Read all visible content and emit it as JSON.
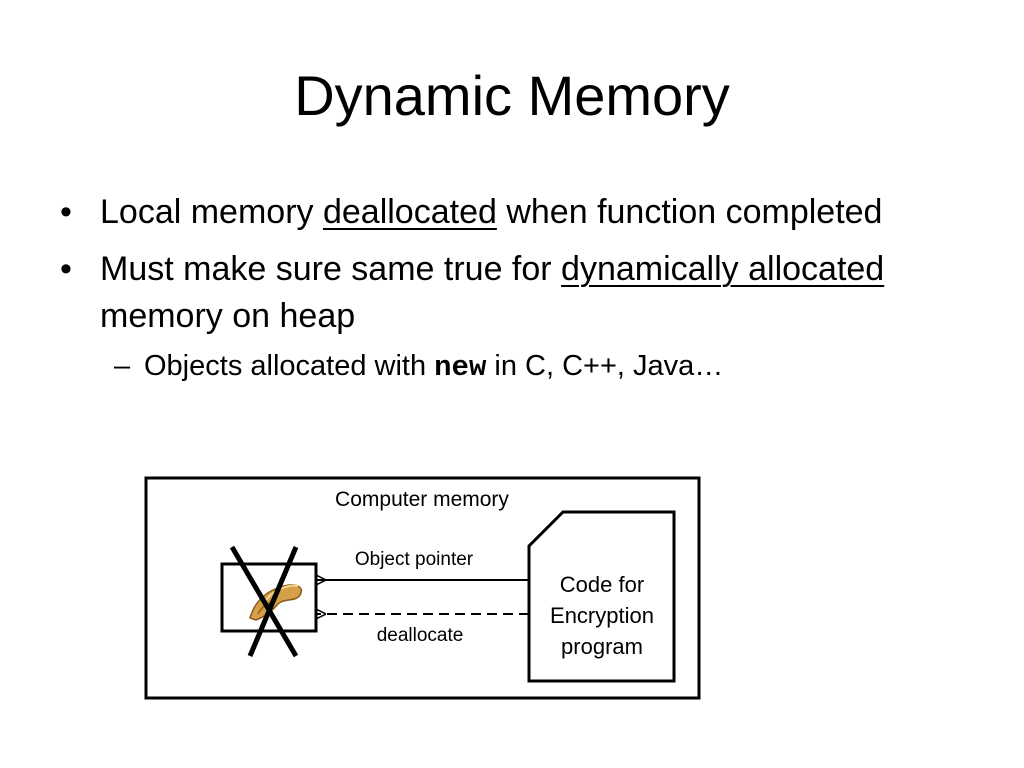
{
  "slide": {
    "title": "Dynamic Memory",
    "bullets": [
      {
        "marker": "•",
        "pre": "Local memory ",
        "emph": "deallocated",
        "post": " when function completed"
      },
      {
        "marker": "•",
        "pre": "Must make sure same true for ",
        "emph": "dynamically allocated",
        "post": " memory on heap"
      }
    ],
    "sub_bullet": {
      "marker": "–",
      "pre": "Objects allocated with ",
      "code": "new",
      "post": " in C, C++, Java…"
    }
  },
  "diagram": {
    "memory_label": "Computer memory",
    "pointer_label": "Object pointer",
    "dealloc_label": "deallocate",
    "program_lines": [
      "Code for",
      "Encryption",
      "program"
    ],
    "object_icon": "pretzel-icon",
    "cross_icon": "x-cross-icon"
  }
}
